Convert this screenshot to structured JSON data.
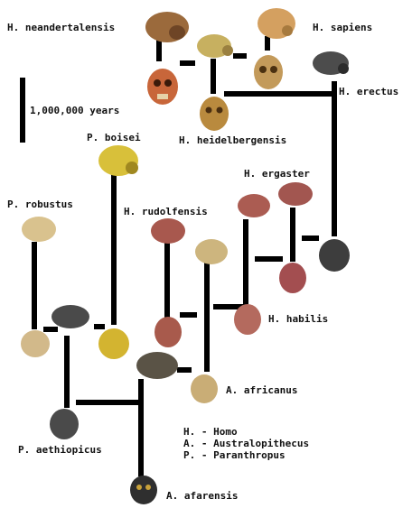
{
  "species": {
    "neandertalensis": "H. neandertalensis",
    "sapiens": "H. sapiens",
    "erectus": "H. erectus",
    "heidelbergensis": "H. heidelbergensis",
    "boisei": "P. boisei",
    "ergaster": "H. ergaster",
    "robustus": "P. robustus",
    "rudolfensis": "H. rudolfensis",
    "habilis": "H. habilis",
    "africanus": "A. africanus",
    "aethiopicus": "P. aethiopicus",
    "afarensis": "A. afarensis"
  },
  "scale": {
    "label": "1,000,000 years"
  },
  "legend": {
    "homo": "H. - Homo",
    "australopithecus": "A. - Australopithecus",
    "paranthropus": "P. - Paranthropus"
  },
  "colors": {
    "line": "#000000",
    "skull_tan": "#c99a54",
    "skull_yellow": "#d8c03a",
    "skull_red": "#a8584e",
    "skull_dark": "#4a4a4a",
    "skull_beige": "#d9c28e"
  }
}
